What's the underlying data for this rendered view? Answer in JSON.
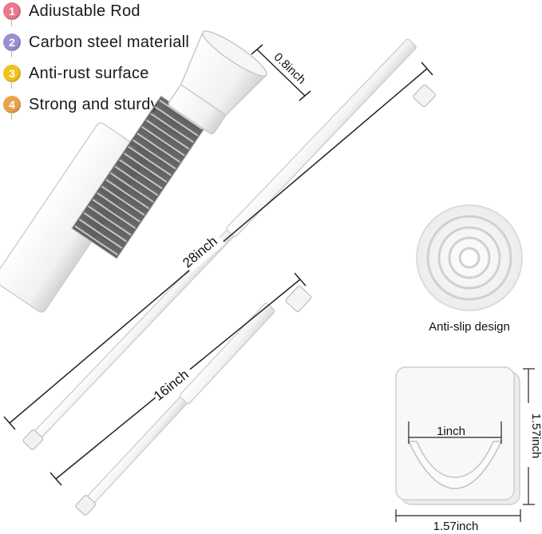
{
  "features": [
    {
      "number": "1",
      "label": "Adiustable Rod",
      "color": "#e8788a"
    },
    {
      "number": "2",
      "label": "Carbon steel materiall",
      "color": "#9a8fd0"
    },
    {
      "number": "3",
      "label": "Anti-rust surface",
      "color": "#f2c21a"
    },
    {
      "number": "4",
      "label": "Strong and sturdy",
      "color": "#e8a24a"
    }
  ],
  "dimensions": {
    "tip_diameter": "0.8inch",
    "long_rod_length": "28inch",
    "short_rod_length": "16inch",
    "hook_inner_width": "1inch",
    "bracket_width": "1.57inch",
    "bracket_height": "1.57inch"
  },
  "captions": {
    "anti_slip": "Anti-slip design"
  },
  "colors": {
    "rod": "#f7f7f7",
    "rod_edge": "#cfcfcf",
    "spring": "#8c8c8c",
    "accent_text": "#111111"
  }
}
